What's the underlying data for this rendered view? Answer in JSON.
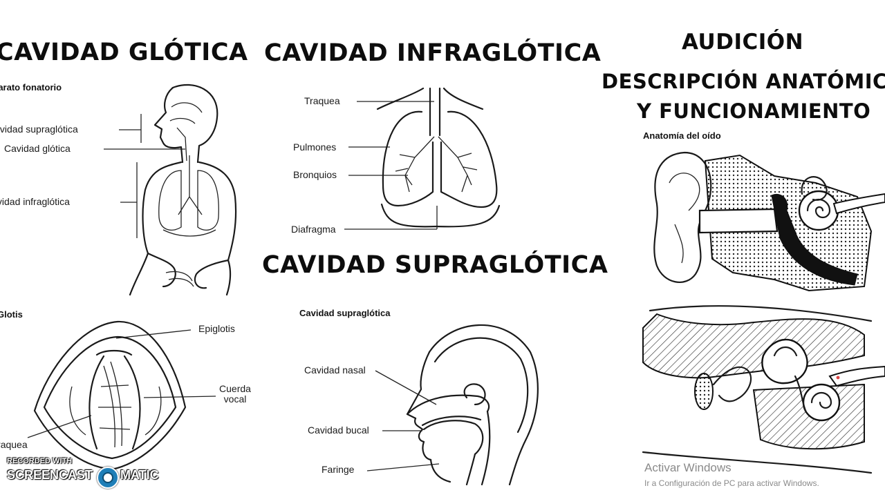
{
  "titles": {
    "glotica": "CAVIDAD GLÓTICA",
    "infraglotica": "CAVIDAD INFRAGLÓTICA",
    "supraglotica": "CAVIDAD SUPRAGLÓTICA",
    "audicion": "AUDICIÓN",
    "descripcion_1": "DESCRIPCIÓN ANATÓMICA",
    "descripcion_2": "Y FUNCIONAMIENTO"
  },
  "panel_aparato": {
    "subtitle": "Aparato fonatorio",
    "labels": [
      "Cavidad supraglótica",
      "Cavidad glótica",
      "Cavidad infraglótica"
    ]
  },
  "panel_glotis": {
    "subtitle": "Glotis",
    "labels": [
      "Epiglotis",
      "Cuerda vocal",
      "Traquea"
    ]
  },
  "panel_pulmones": {
    "labels": [
      "Traquea",
      "Pulmones",
      "Bronquios",
      "Diafragma"
    ]
  },
  "panel_supra": {
    "subtitle": "Cavidad supraglótica",
    "labels": [
      "Cavidad nasal",
      "Cavidad bucal",
      "Faringe"
    ]
  },
  "panel_oido": {
    "subtitle": "Anatomía del oído"
  },
  "watermark": {
    "line1": "Activar Windows",
    "line2": "Ir a Configuración de PC para activar Windows."
  },
  "recorder": {
    "line1": "RECORDED WITH",
    "left": "SCREENCAST",
    "right": "MATIC"
  }
}
